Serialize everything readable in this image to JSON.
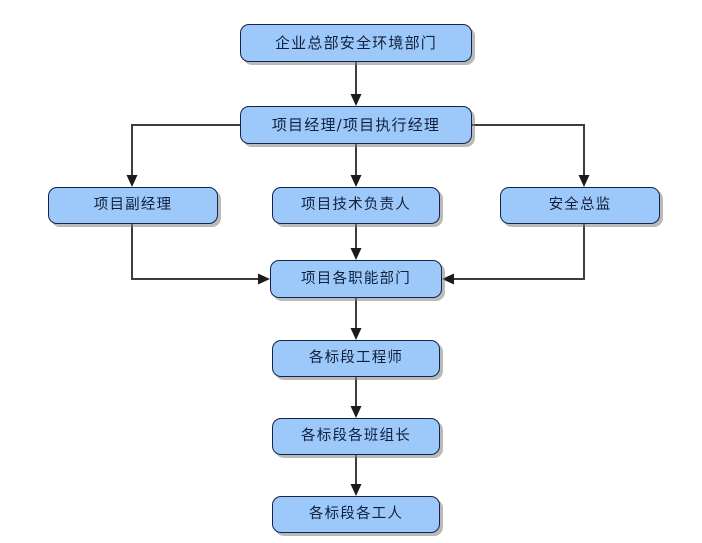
{
  "diagram": {
    "type": "organizational-flowchart",
    "title": "",
    "orientation": "top-down",
    "background_color": "#ffffff",
    "node_fill_color": "#9DC9FA",
    "node_border_color": "#122447",
    "connector_color": "#3d3d3d",
    "nodes": [
      {
        "id": "hq",
        "label": "企业总部安全环境部门",
        "level": 1
      },
      {
        "id": "pm",
        "label": "项目经理/项目执行经理",
        "level": 2
      },
      {
        "id": "deputy",
        "label": "项目副经理",
        "level": 3
      },
      {
        "id": "tech_lead",
        "label": "项目技术负责人",
        "level": 3
      },
      {
        "id": "safety_dir",
        "label": "安全总监",
        "level": 3
      },
      {
        "id": "departments",
        "label": "项目各职能部门",
        "level": 4
      },
      {
        "id": "engineers",
        "label": "各标段工程师",
        "level": 5
      },
      {
        "id": "team_leaders",
        "label": "各标段各班组长",
        "level": 6
      },
      {
        "id": "workers",
        "label": "各标段各工人",
        "level": 7
      }
    ],
    "edges": [
      {
        "from": "hq",
        "to": "pm",
        "style": "straight-down"
      },
      {
        "from": "pm",
        "to": "deputy",
        "style": "left-elbow"
      },
      {
        "from": "pm",
        "to": "tech_lead",
        "style": "straight-down"
      },
      {
        "from": "pm",
        "to": "safety_dir",
        "style": "right-elbow"
      },
      {
        "from": "deputy",
        "to": "departments",
        "style": "left-elbow"
      },
      {
        "from": "tech_lead",
        "to": "departments",
        "style": "straight-down"
      },
      {
        "from": "safety_dir",
        "to": "departments",
        "style": "right-elbow"
      },
      {
        "from": "departments",
        "to": "engineers",
        "style": "straight-down"
      },
      {
        "from": "engineers",
        "to": "team_leaders",
        "style": "straight-down"
      },
      {
        "from": "team_leaders",
        "to": "workers",
        "style": "straight-down"
      }
    ]
  }
}
